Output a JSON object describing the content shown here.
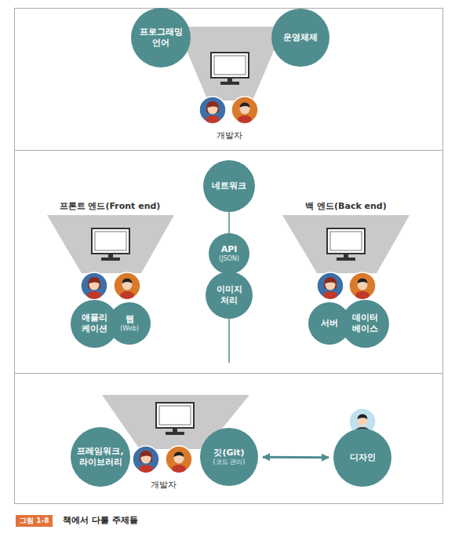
{
  "diagram": {
    "caption": "책에서 다룰 주제들",
    "nodes": [
      {
        "text": [
          "프로그래밍 언어"
        ]
      },
      {
        "text": [
          "운영체제"
        ]
      },
      {
        "text": [
          "네트워크"
        ]
      },
      {
        "text": [
          "API",
          "(JSON)"
        ]
      },
      {
        "text": [
          "이미지 처리"
        ]
      },
      {
        "text": [
          "애플리 케이션"
        ]
      },
      {
        "text": [
          "웹",
          "(Web)"
        ]
      },
      {
        "text": [
          "서버"
        ]
      },
      {
        "text": [
          "데이터 베이스"
        ]
      },
      {
        "text": [
          "프레임워크, 라이브러리"
        ]
      },
      {
        "text": [
          "깃(Git)",
          "(코드 관리)"
        ]
      },
      {
        "text": [
          "디자인"
        ]
      }
    ],
    "edges": [
      {
        "from": 2,
        "to": 3,
        "arrow": "none"
      },
      {
        "from": 3,
        "to": 4,
        "arrow": "none"
      },
      {
        "from": 10,
        "to": 11,
        "arrow": "both"
      }
    ],
    "labels": [
      "개발자",
      "프론트 엔드(Front end)",
      "백 엔드(Back end)",
      "개발자",
      "그림 1-8"
    ]
  }
}
